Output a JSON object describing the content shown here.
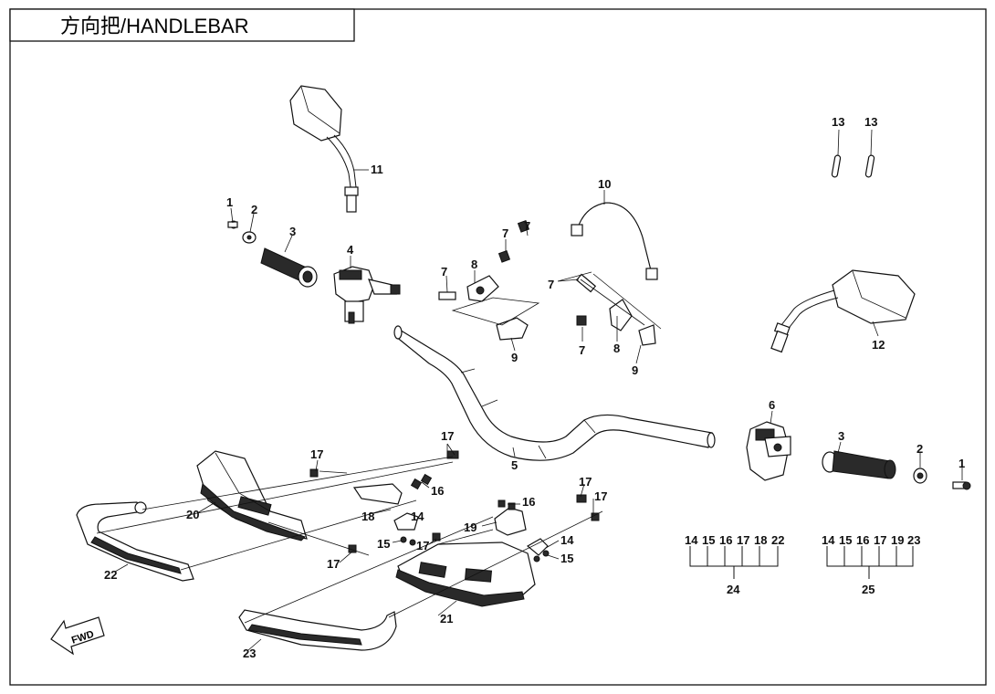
{
  "title": "方向把/HANDLEBAR",
  "fwd_label": "FWD",
  "callouts": [
    {
      "id": "c1a",
      "text": "1"
    },
    {
      "id": "c2a",
      "text": "2"
    },
    {
      "id": "c3a",
      "text": "3"
    },
    {
      "id": "c4",
      "text": "4"
    },
    {
      "id": "c5",
      "text": "5"
    },
    {
      "id": "c6",
      "text": "6"
    },
    {
      "id": "c7a",
      "text": "7"
    },
    {
      "id": "c7b",
      "text": "7"
    },
    {
      "id": "c7c",
      "text": "7"
    },
    {
      "id": "c7d",
      "text": "7"
    },
    {
      "id": "c7e",
      "text": "7"
    },
    {
      "id": "c8a",
      "text": "8"
    },
    {
      "id": "c8b",
      "text": "8"
    },
    {
      "id": "c9a",
      "text": "9"
    },
    {
      "id": "c9b",
      "text": "9"
    },
    {
      "id": "c10",
      "text": "10"
    },
    {
      "id": "c11",
      "text": "11"
    },
    {
      "id": "c12",
      "text": "12"
    },
    {
      "id": "c13a",
      "text": "13"
    },
    {
      "id": "c13b",
      "text": "13"
    },
    {
      "id": "c3b",
      "text": "3"
    },
    {
      "id": "c2b",
      "text": "2"
    },
    {
      "id": "c1b",
      "text": "1"
    },
    {
      "id": "c17a",
      "text": "17"
    },
    {
      "id": "c17b",
      "text": "17"
    },
    {
      "id": "c16a",
      "text": "16"
    },
    {
      "id": "c18",
      "text": "18"
    },
    {
      "id": "c14a",
      "text": "14"
    },
    {
      "id": "c15a",
      "text": "15"
    },
    {
      "id": "c17c",
      "text": "17"
    },
    {
      "id": "c17d",
      "text": "17"
    },
    {
      "id": "c16b",
      "text": "16"
    },
    {
      "id": "c17e",
      "text": "17"
    },
    {
      "id": "c17f",
      "text": "17"
    },
    {
      "id": "c19",
      "text": "19"
    },
    {
      "id": "c14b",
      "text": "14"
    },
    {
      "id": "c15b",
      "text": "15"
    },
    {
      "id": "c20",
      "text": "20"
    },
    {
      "id": "c21",
      "text": "21"
    },
    {
      "id": "c22",
      "text": "22"
    },
    {
      "id": "c23",
      "text": "23"
    }
  ],
  "kits": [
    {
      "id": "kit24",
      "parts": [
        "14",
        "15",
        "16",
        "17",
        "18",
        "22"
      ],
      "label": "24"
    },
    {
      "id": "kit25",
      "parts": [
        "14",
        "15",
        "16",
        "17",
        "19",
        "23"
      ],
      "label": "25"
    }
  ]
}
